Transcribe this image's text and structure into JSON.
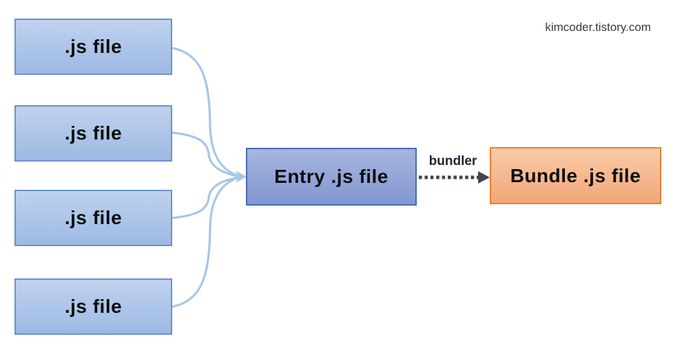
{
  "watermark": "kimcoder.tistory.com",
  "diagram": {
    "source_files": [
      {
        "label": ".js file"
      },
      {
        "label": ".js file"
      },
      {
        "label": ".js file"
      },
      {
        "label": ".js file"
      }
    ],
    "entry": {
      "label": "Entry .js file"
    },
    "bundle": {
      "label": "Bundle .js file"
    },
    "bundler_arrow": {
      "label": "bundler"
    }
  },
  "colors": {
    "source_fill_top": "#bfd2ee",
    "source_fill_bottom": "#9db9e4",
    "source_border": "#6b91cc",
    "entry_fill_top": "#a7b5e0",
    "entry_fill_bottom": "#8298cf",
    "entry_border": "#4a68b2",
    "bundle_fill_top": "#f9cba9",
    "bundle_fill_bottom": "#f1a779",
    "bundle_border": "#ed7d31",
    "connector": "#a8c6e8",
    "bundler_arrow_color": "#3f4650",
    "text": "#0d0d0d"
  }
}
